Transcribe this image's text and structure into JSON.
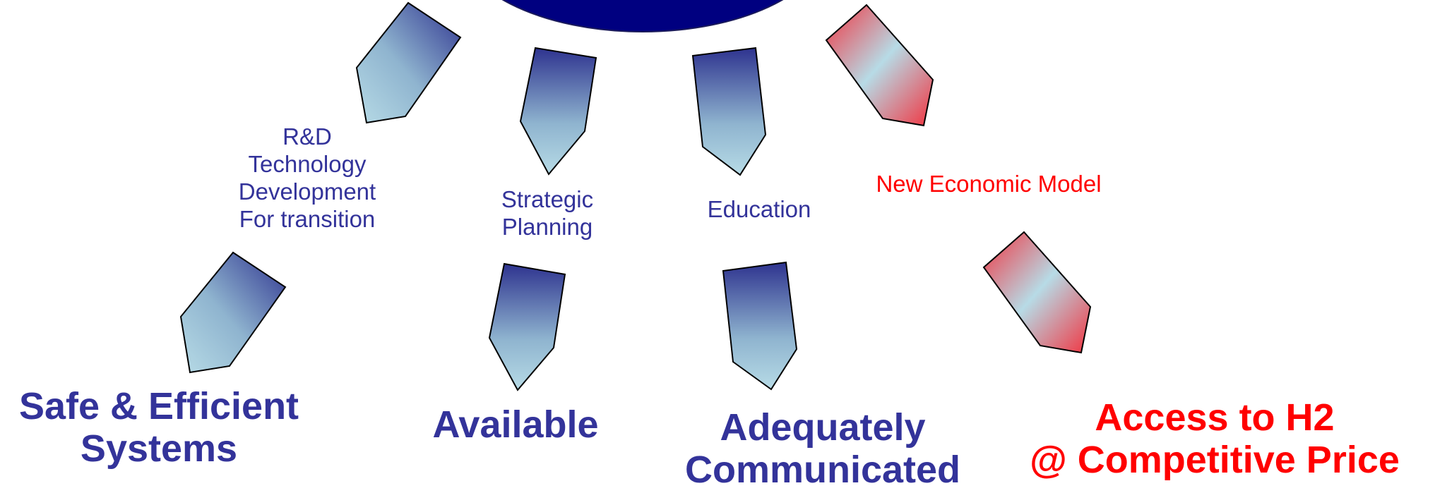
{
  "colors": {
    "navy": "#000080",
    "blue_text": "#33339a",
    "red_text": "#ff0000",
    "arrow_dark": "#2e338f",
    "arrow_light": "#b7dbe6",
    "arrow_red": "#f2333f"
  },
  "top_labels": {
    "rd": [
      "R&D",
      "Technology",
      "Development",
      "For transition"
    ],
    "strategic": [
      "Strategic",
      "Planning"
    ],
    "education": [
      "Education"
    ],
    "economic": [
      "New Economic Model"
    ]
  },
  "outcomes": {
    "safe": [
      "Safe & Efficient",
      "Systems"
    ],
    "available": [
      "Available"
    ],
    "communicated": [
      "Adequately",
      "Communicated"
    ],
    "access": [
      "Access to H2",
      "@ Competitive Price"
    ]
  }
}
